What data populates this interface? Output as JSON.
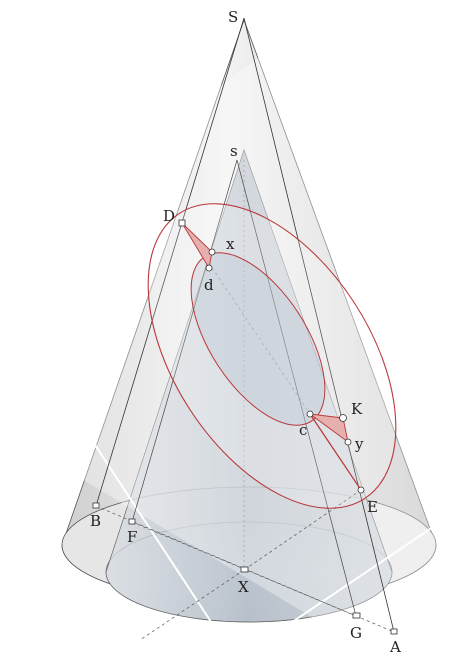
{
  "labels": {
    "S": "S",
    "s": "s",
    "D": "D",
    "x": "x",
    "d": "d",
    "K": "K",
    "c": "c",
    "y": "y",
    "E": "E",
    "B": "B",
    "F": "F",
    "X": "X",
    "G": "G",
    "A": "A"
  },
  "colors": {
    "cone_outer": "#c9c9c9",
    "cone_inner": "#b8c2cc",
    "section_red": "#b9373a",
    "section_fill": "#e6b0ae",
    "plane": "#ffffff"
  }
}
